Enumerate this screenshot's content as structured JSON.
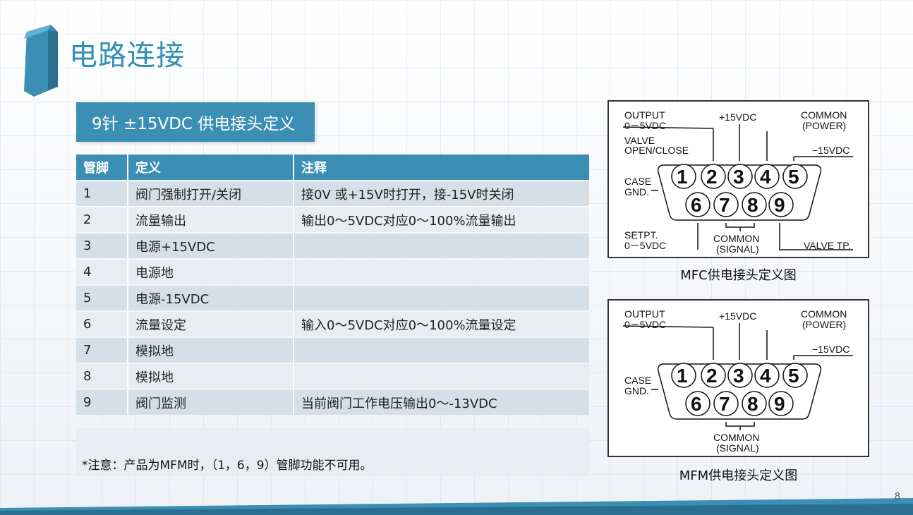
{
  "title": "电路连接",
  "subtitle": "9针 ±15VDC 供电接头定义",
  "table": {
    "headers": [
      "管脚",
      "定义",
      "注释"
    ],
    "rows": [
      [
        "1",
        "阀门强制打开/关闭",
        "接0V 或+15V时打开，接-15V时关闭"
      ],
      [
        "2",
        "流量输出",
        "输出0～5VDC对应0～100%流量输出"
      ],
      [
        "3",
        "电源+15VDC",
        ""
      ],
      [
        "4",
        "电源地",
        ""
      ],
      [
        "5",
        "电源-15VDC",
        ""
      ],
      [
        "6",
        "流量设定",
        "输入0～5VDC对应0～100%流量设定"
      ],
      [
        "7",
        "模拟地",
        ""
      ],
      [
        "8",
        "模拟地",
        ""
      ],
      [
        "9",
        "阀门监测",
        "当前阀门工作电压输出0～-13VDC"
      ]
    ]
  },
  "note": "*注意：产品为MFM时，（1，6，9）管脚功能不可用。",
  "diagrams": [
    {
      "caption": "MFC供电接头定义图",
      "labels": {
        "output": "OUTPUT",
        "output_range": "0－5VDC",
        "plus15": "+15VDC",
        "common_power_1": "COMMON",
        "common_power_2": "(POWER)",
        "valve": "VALVE",
        "open_close": "OPEN/CLOSE",
        "minus15": "−15VDC",
        "case": "CASE",
        "gnd": "GND.",
        "setpt": "SETPT.",
        "setpt_range": "0－5VDC",
        "common_signal_1": "COMMON",
        "common_signal_2": "(SIGNAL)",
        "valve_tp": "VALVE TP."
      }
    },
    {
      "caption": "MFM供电接头定义图",
      "labels": {
        "output": "OUTPUT",
        "output_range": "0－5VDC",
        "plus15": "+15VDC",
        "common_power_1": "COMMON",
        "common_power_2": "(POWER)",
        "minus15": "−15VDC",
        "case": "CASE",
        "gnd": "GND.",
        "common_signal_1": "COMMON",
        "common_signal_2": "(SIGNAL)"
      }
    }
  ],
  "pins_top": [
    "1",
    "2",
    "3",
    "4",
    "5"
  ],
  "pins_bottom": [
    "6",
    "7",
    "8",
    "9"
  ],
  "page_number": "8",
  "colors": {
    "accent": "#3b8fb4",
    "title": "#2f8fb4",
    "row_light": "#e9edf2",
    "row_dark": "#d5dfe8"
  }
}
